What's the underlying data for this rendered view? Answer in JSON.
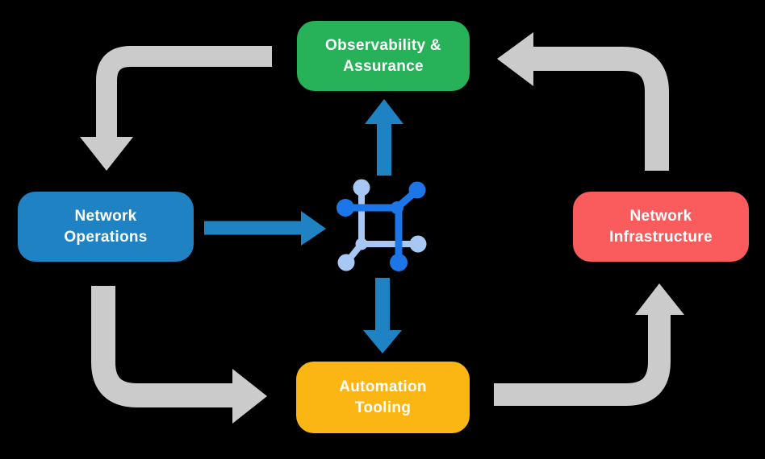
{
  "diagram": {
    "background": "#000000",
    "nodes": [
      {
        "id": "observability-assurance",
        "line1": "Observability &",
        "line2": "Assurance",
        "color": "#27B158"
      },
      {
        "id": "network-operations",
        "line1": "Network",
        "line2": "Operations",
        "color": "#1F82C3"
      },
      {
        "id": "network-infrastructure",
        "line1": "Network",
        "line2": "Infrastructure",
        "color": "#FA5C5E"
      },
      {
        "id": "automation-tooling",
        "line1": "Automation",
        "line2": "Tooling",
        "color": "#FCB614"
      }
    ],
    "colors": {
      "arrow_gray": "#CBCBCB",
      "accent_blue": "#1F82C3",
      "icon_dark_blue": "#1D76E8",
      "icon_light_blue": "#A8C8F4",
      "text": "#FFFFFF"
    },
    "center_icon": "network-automation-mesh-icon",
    "flow": [
      "observability-assurance -> network-operations",
      "network-operations -> automation-tooling",
      "automation-tooling -> network-infrastructure",
      "network-infrastructure -> observability-assurance",
      "network-operations -> center-icon",
      "center-icon -> observability-assurance",
      "center-icon -> automation-tooling"
    ]
  }
}
